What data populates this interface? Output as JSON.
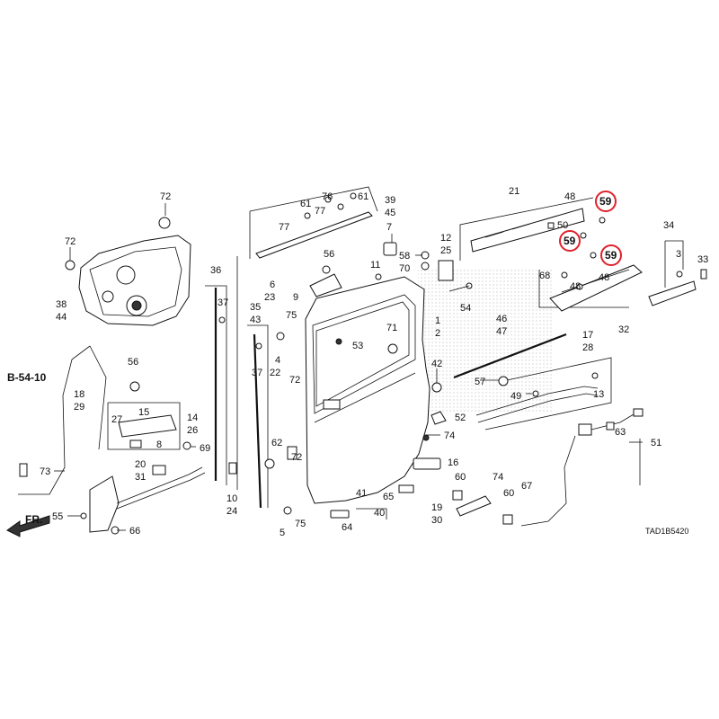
{
  "diagram": {
    "code": "TAD1B5420",
    "ref_label": "B-54-10",
    "direction_label": "FR.",
    "highlight_color": "#e0202a",
    "highlighted_part": "59",
    "callouts": [
      {
        "id": "c1",
        "t": "72"
      },
      {
        "id": "c2",
        "t": "72"
      },
      {
        "id": "c3",
        "t": "38"
      },
      {
        "id": "c4",
        "t": "44"
      },
      {
        "id": "c5",
        "t": "36"
      },
      {
        "id": "c6",
        "t": "37"
      },
      {
        "id": "c7",
        "t": "10"
      },
      {
        "id": "c8",
        "t": "24"
      },
      {
        "id": "c9",
        "t": "35"
      },
      {
        "id": "c10",
        "t": "43"
      },
      {
        "id": "c11",
        "t": "37"
      },
      {
        "id": "c12",
        "t": "4"
      },
      {
        "id": "c13",
        "t": "22"
      },
      {
        "id": "c14",
        "t": "75"
      },
      {
        "id": "c15",
        "t": "62"
      },
      {
        "id": "c16",
        "t": "72"
      },
      {
        "id": "c17",
        "t": "72"
      },
      {
        "id": "c18",
        "t": "75"
      },
      {
        "id": "c19",
        "t": "5"
      },
      {
        "id": "c20",
        "t": "6"
      },
      {
        "id": "c21",
        "t": "23"
      },
      {
        "id": "c22",
        "t": "9"
      },
      {
        "id": "c23",
        "t": "56"
      },
      {
        "id": "c24",
        "t": "53"
      },
      {
        "id": "c25",
        "t": "61"
      },
      {
        "id": "c26",
        "t": "76"
      },
      {
        "id": "c27",
        "t": "61"
      },
      {
        "id": "c28",
        "t": "77"
      },
      {
        "id": "c29",
        "t": "77"
      },
      {
        "id": "c30",
        "t": "39"
      },
      {
        "id": "c31",
        "t": "45"
      },
      {
        "id": "c32",
        "t": "7"
      },
      {
        "id": "c33",
        "t": "58"
      },
      {
        "id": "c34",
        "t": "70"
      },
      {
        "id": "c35",
        "t": "11"
      },
      {
        "id": "c36",
        "t": "12"
      },
      {
        "id": "c37",
        "t": "25"
      },
      {
        "id": "c38",
        "t": "54"
      },
      {
        "id": "c39",
        "t": "71"
      },
      {
        "id": "c40",
        "t": "1"
      },
      {
        "id": "c41",
        "t": "2"
      },
      {
        "id": "c42",
        "t": "21"
      },
      {
        "id": "c43",
        "t": "48"
      },
      {
        "id": "c44",
        "t": "50"
      },
      {
        "id": "c45",
        "t": "34"
      },
      {
        "id": "c46",
        "t": "3"
      },
      {
        "id": "c47",
        "t": "33"
      },
      {
        "id": "c48",
        "t": "68"
      },
      {
        "id": "c49",
        "t": "48"
      },
      {
        "id": "c50",
        "t": "48"
      },
      {
        "id": "c51",
        "t": "46"
      },
      {
        "id": "c52",
        "t": "47"
      },
      {
        "id": "c53",
        "t": "32"
      },
      {
        "id": "c54",
        "t": "17"
      },
      {
        "id": "c55",
        "t": "28"
      },
      {
        "id": "c56",
        "t": "42"
      },
      {
        "id": "c57",
        "t": "57"
      },
      {
        "id": "c58",
        "t": "49"
      },
      {
        "id": "c59",
        "t": "13"
      },
      {
        "id": "c60",
        "t": "52"
      },
      {
        "id": "c61",
        "t": "74"
      },
      {
        "id": "c62",
        "t": "16"
      },
      {
        "id": "c63",
        "t": "60"
      },
      {
        "id": "c64",
        "t": "74"
      },
      {
        "id": "c65",
        "t": "41"
      },
      {
        "id": "c66",
        "t": "65"
      },
      {
        "id": "c67",
        "t": "19"
      },
      {
        "id": "c68",
        "t": "30"
      },
      {
        "id": "c69",
        "t": "64"
      },
      {
        "id": "c70",
        "t": "40"
      },
      {
        "id": "c71",
        "t": "60"
      },
      {
        "id": "c72",
        "t": "67"
      },
      {
        "id": "c73",
        "t": "63"
      },
      {
        "id": "c74",
        "t": "51"
      },
      {
        "id": "c75",
        "t": "56"
      },
      {
        "id": "c76",
        "t": "14"
      },
      {
        "id": "c77",
        "t": "26"
      },
      {
        "id": "c78",
        "t": "27"
      },
      {
        "id": "c79",
        "t": "15"
      },
      {
        "id": "c80",
        "t": "8"
      },
      {
        "id": "c81",
        "t": "69"
      },
      {
        "id": "c82",
        "t": "18"
      },
      {
        "id": "c83",
        "t": "29"
      },
      {
        "id": "c84",
        "t": "73"
      },
      {
        "id": "c85",
        "t": "20"
      },
      {
        "id": "c86",
        "t": "31"
      },
      {
        "id": "c87",
        "t": "55"
      },
      {
        "id": "c88",
        "t": "66"
      }
    ]
  }
}
